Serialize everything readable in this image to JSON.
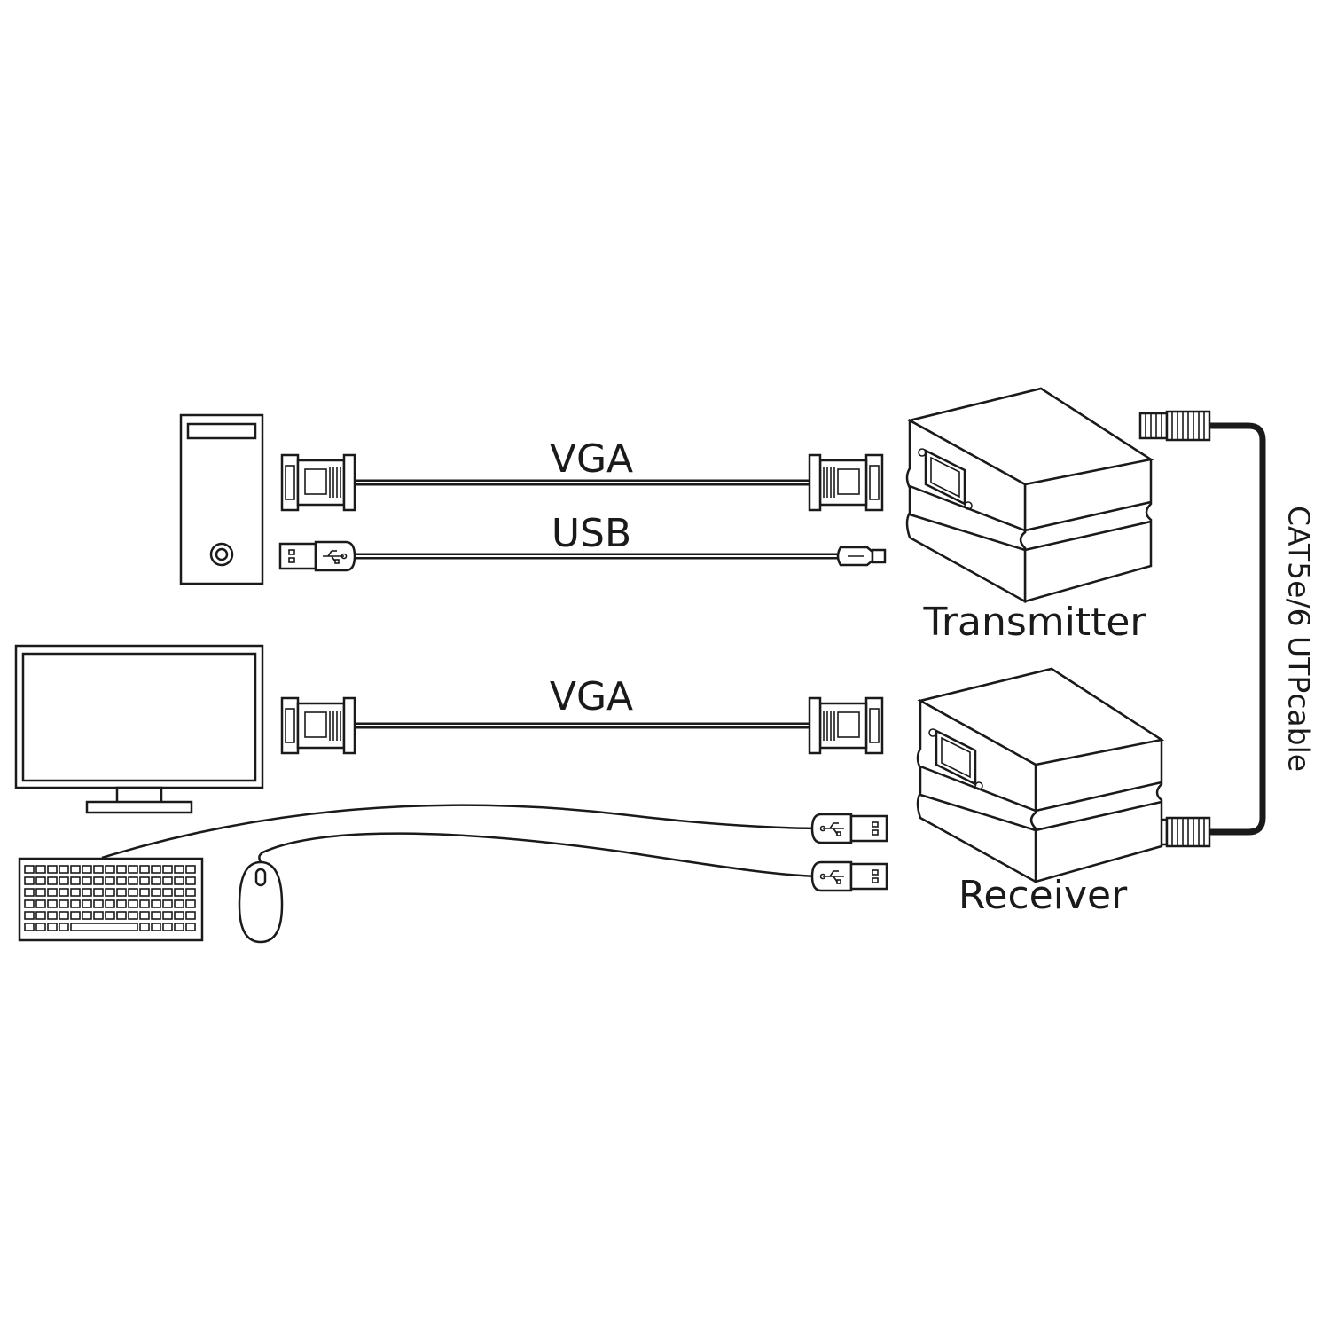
{
  "labels": {
    "vga_top": "VGA",
    "usb": "USB",
    "vga_bottom": "VGA",
    "transmitter": "Transmitter",
    "receiver": "Receiver",
    "utp_cable": "CAT5e/6 UTPcable"
  },
  "icons": {
    "pc_tower": "desktop-tower-icon",
    "monitor": "monitor-icon",
    "keyboard": "keyboard-icon",
    "mouse": "mouse-icon",
    "vga_connector": "vga-connector-icon",
    "usb_a_connector": "usb-a-connector-icon",
    "mini_usb_connector": "mini-usb-connector-icon",
    "rj45_connector": "rj45-connector-icon",
    "extender_box": "kvm-extender-box-icon"
  },
  "colors": {
    "line": "#1a1a1a",
    "background": "#ffffff"
  }
}
